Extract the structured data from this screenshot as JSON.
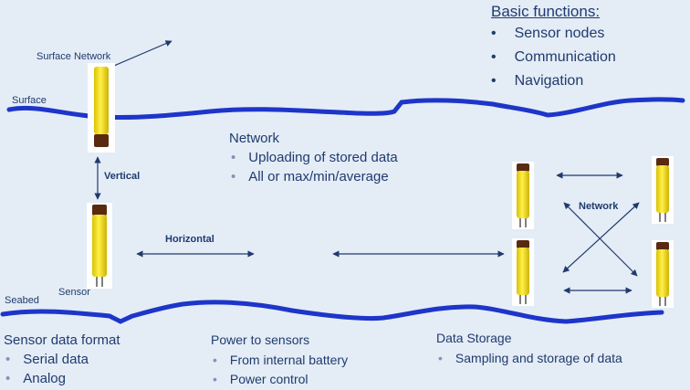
{
  "labels": {
    "surface_network": "Surface Network",
    "surface": "Surface",
    "vertical": "Vertical",
    "horizontal": "Horizontal",
    "sensor": "Sensor",
    "seabed": "Seabed",
    "network_arrow": "Network"
  },
  "basic_functions": {
    "title": "Basic functions:",
    "items": [
      "Sensor nodes",
      "Communication",
      "Navigation"
    ]
  },
  "network": {
    "title": "Network",
    "items": [
      "Uploading of stored data",
      "All or max/min/average"
    ]
  },
  "sensor_data_format": {
    "title": "Sensor data format",
    "items": [
      "Serial data",
      "Analog"
    ]
  },
  "power_to_sensors": {
    "title": "Power to sensors",
    "items": [
      "From internal battery",
      "Power control"
    ]
  },
  "data_storage": {
    "title": "Data Storage",
    "items": [
      "Sampling and storage of data"
    ]
  },
  "colors": {
    "background": "#e4ecf6",
    "line": "#1d35c9",
    "text": "#1f3b6e",
    "sensor_body": "#f2dc1d",
    "sensor_cap": "#5a2a10"
  }
}
